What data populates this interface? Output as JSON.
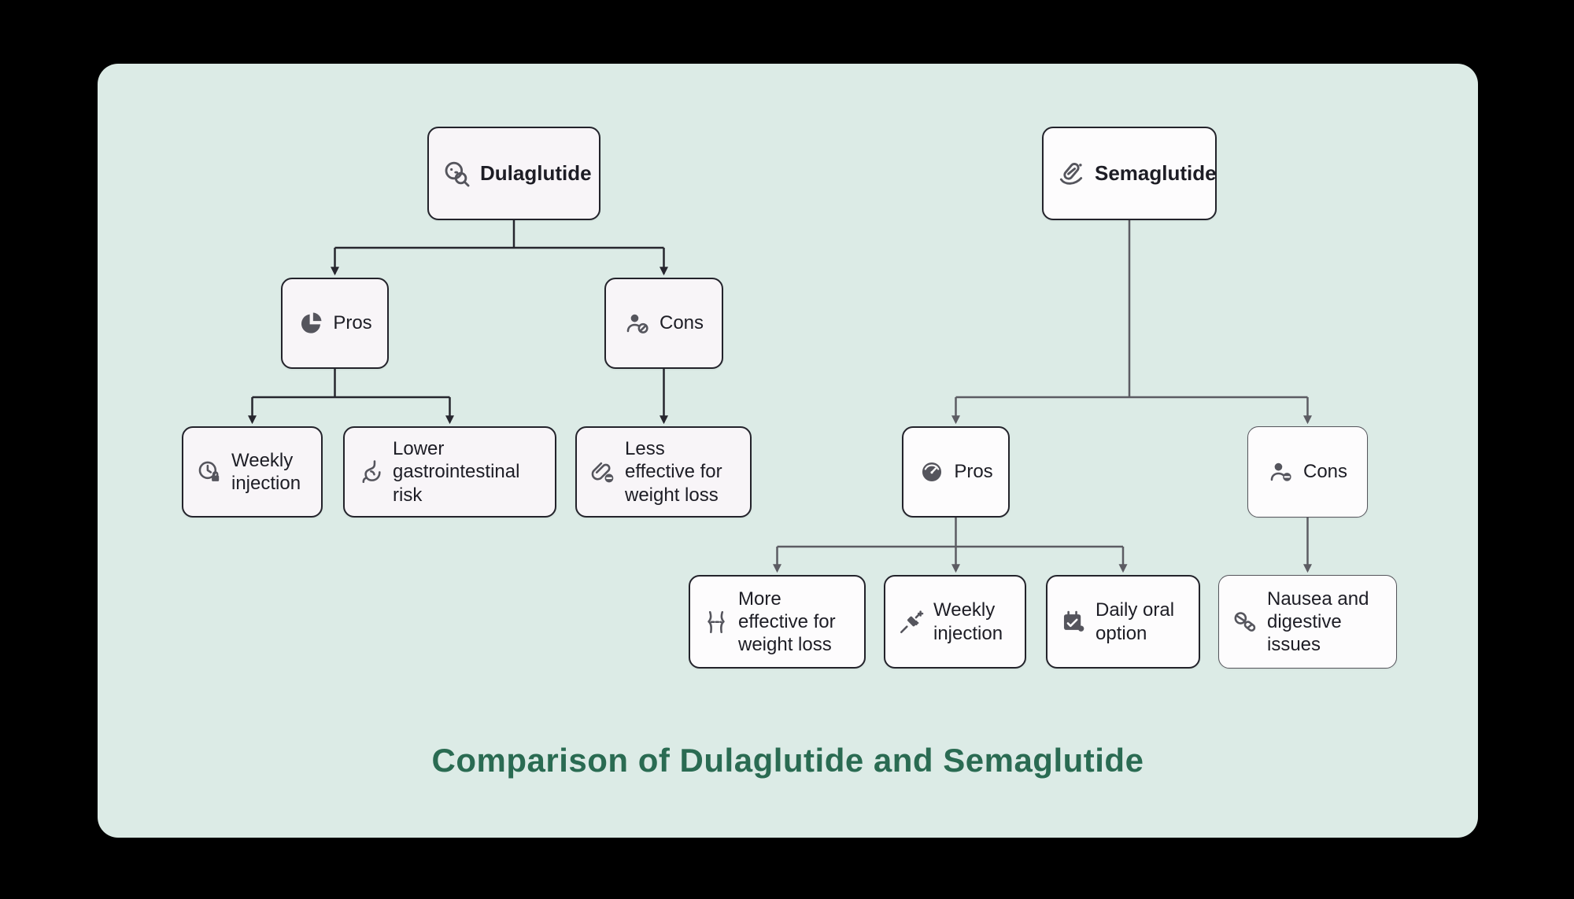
{
  "diagram": {
    "title": "Comparison of Dulaglutide and Semaglutide",
    "colors": {
      "canvas": "#000000",
      "panel_bg": "#dcebe6",
      "title_color": "#2a6b52",
      "box_border_dark": "#23232b",
      "box_border_gray": "#55555c",
      "connector_dark": "#26262e",
      "connector_gray": "#5c5c63"
    }
  },
  "nodes": {
    "dulaglutide": {
      "label": "Dulaglutide",
      "icon": "germ-magnifier-icon"
    },
    "dula_pros": {
      "label": "Pros",
      "icon": "pie-chart-icon"
    },
    "dula_cons": {
      "label": "Cons",
      "icon": "user-block-icon"
    },
    "weekly_injection_left": {
      "label": "Weekly injection",
      "icon": "clock-lock-icon"
    },
    "lower_gi_risk": {
      "label": "Lower gastrointestinal risk",
      "icon": "stomach-icon"
    },
    "less_effective": {
      "label": "Less effective for weight loss",
      "icon": "paperclip-minus-icon"
    },
    "semaglutide": {
      "label": "Semaglutide",
      "icon": "injection-pill-icon"
    },
    "sema_pros": {
      "label": "Pros",
      "icon": "gauge-icon"
    },
    "sema_cons": {
      "label": "Cons",
      "icon": "user-minus-icon"
    },
    "more_effective": {
      "label": "More effective for weight loss",
      "icon": "waist-measure-icon"
    },
    "weekly_injection_right": {
      "label": "Weekly injection",
      "icon": "syringe-spark-icon"
    },
    "daily_oral": {
      "label": "Daily oral option",
      "icon": "calendar-check-icon"
    },
    "nausea": {
      "label": "Nausea and digestive issues",
      "icon": "pills-icon"
    }
  }
}
